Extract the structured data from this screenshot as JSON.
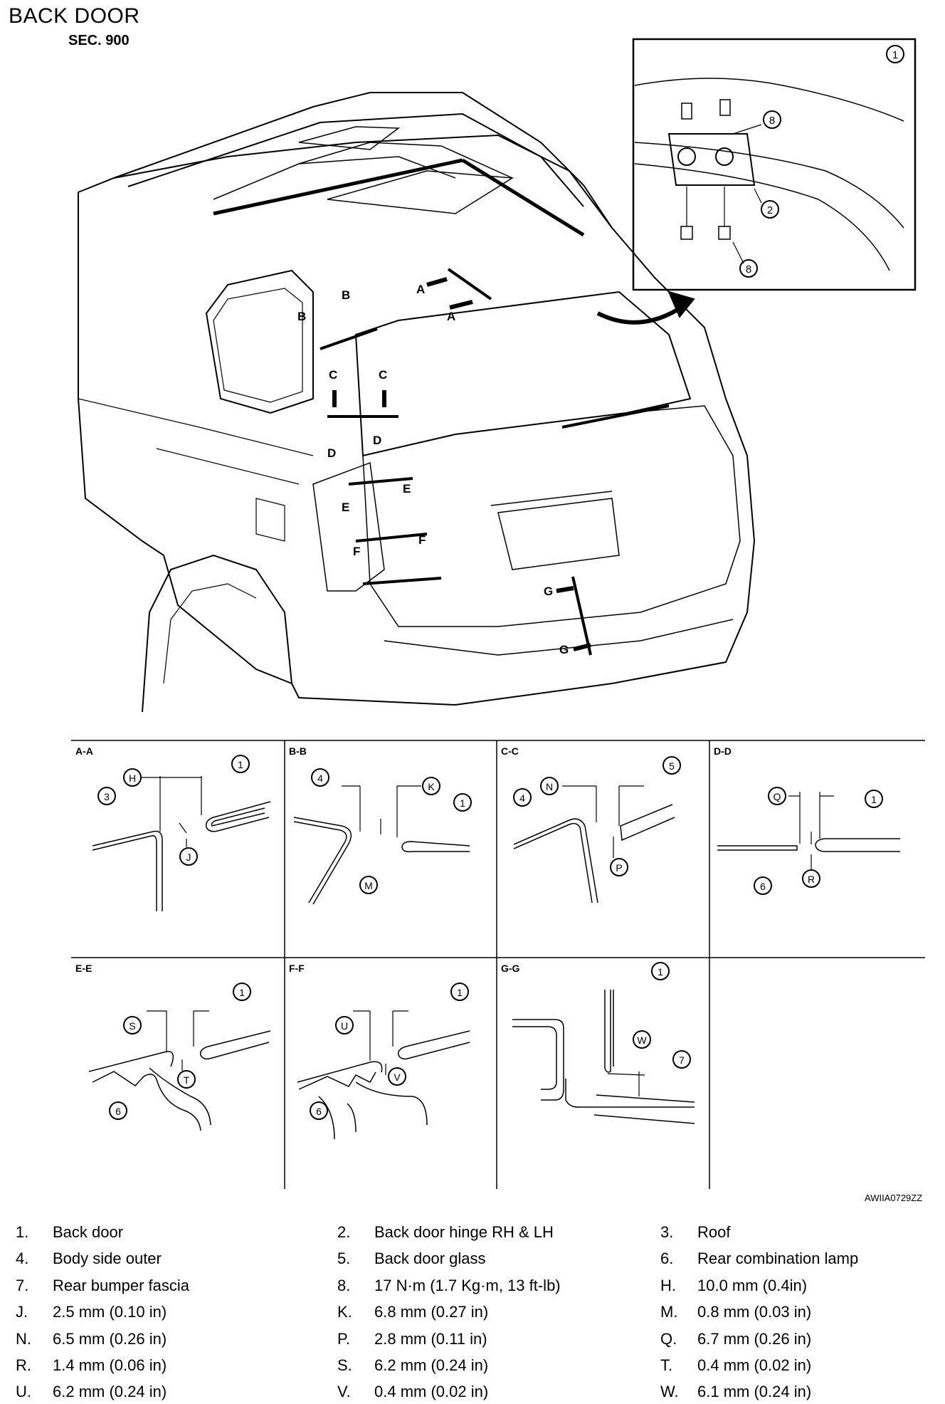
{
  "header": {
    "title": "BACK DOOR",
    "section": "SEC. 900"
  },
  "art_id": "AWIIA0729ZZ",
  "section_markers": [
    "A",
    "B",
    "C",
    "D",
    "E",
    "F",
    "G"
  ],
  "panels": [
    {
      "label": "A-A"
    },
    {
      "label": "B-B"
    },
    {
      "label": "C-C"
    },
    {
      "label": "D-D"
    },
    {
      "label": "E-E"
    },
    {
      "label": "F-F"
    },
    {
      "label": "G-G"
    }
  ],
  "callouts": {
    "n1": "1",
    "n2": "2",
    "n3": "3",
    "n4": "4",
    "n5": "5",
    "n6": "6",
    "n7": "7",
    "n8": "8",
    "H": "H",
    "J": "J",
    "K": "K",
    "M": "M",
    "N": "N",
    "P": "P",
    "Q": "Q",
    "R": "R",
    "S": "S",
    "T": "T",
    "U": "U",
    "V": "V",
    "W": "W"
  },
  "legend": [
    [
      {
        "key": "1.",
        "text": "Back door"
      },
      {
        "key": "2.",
        "text": "Back door hinge RH & LH"
      },
      {
        "key": "3.",
        "text": "Roof"
      }
    ],
    [
      {
        "key": "4.",
        "text": "Body side outer"
      },
      {
        "key": "5.",
        "text": "Back door glass"
      },
      {
        "key": "6.",
        "text": "Rear combination lamp"
      }
    ],
    [
      {
        "key": "7.",
        "text": "Rear bumper fascia"
      },
      {
        "key": "8.",
        "text": "17 N·m (1.7 Kg·m, 13 ft-lb)"
      },
      {
        "key": "H.",
        "text": "10.0 mm (0.4in)"
      }
    ],
    [
      {
        "key": "J.",
        "text": "2.5 mm (0.10 in)"
      },
      {
        "key": "K.",
        "text": "6.8 mm (0.27 in)"
      },
      {
        "key": "M.",
        "text": "0.8 mm (0.03 in)"
      }
    ],
    [
      {
        "key": "N.",
        "text": "6.5 mm (0.26 in)"
      },
      {
        "key": "P.",
        "text": "2.8 mm (0.11 in)"
      },
      {
        "key": "Q.",
        "text": "6.7 mm (0.26 in)"
      }
    ],
    [
      {
        "key": "R.",
        "text": "1.4 mm (0.06 in)"
      },
      {
        "key": "S.",
        "text": "6.2 mm (0.24 in)"
      },
      {
        "key": "T.",
        "text": "0.4 mm (0.02 in)"
      }
    ],
    [
      {
        "key": "U.",
        "text": "6.2 mm (0.24 in)"
      },
      {
        "key": "V.",
        "text": "0.4 mm (0.02 in)"
      },
      {
        "key": "W.",
        "text": "6.1 mm (0.24 in)"
      }
    ]
  ]
}
